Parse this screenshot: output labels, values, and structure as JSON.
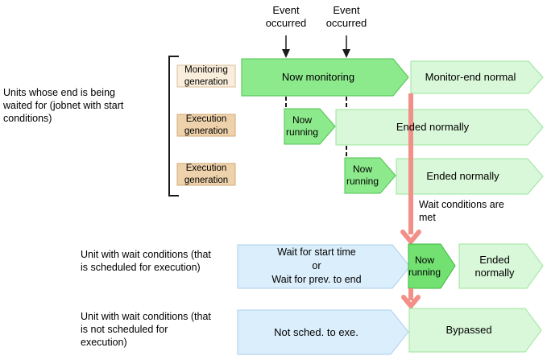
{
  "colors": {
    "green_fill": "#8cea8c",
    "green_border": "#4fc24f",
    "green_deep_fill": "#72e172",
    "green_deep_border": "#3db83d",
    "lightgreen_fill": "#d9f7d9",
    "lightgreen_border": "#9ce49c",
    "blue_fill": "#dbeefb",
    "blue_border": "#aacfee",
    "beige_fill": "#f9eedb",
    "beige_border": "#debf99",
    "tan_fill": "#eed2ab",
    "tan_border": "#d3a977",
    "red": "#f28f88",
    "black": "#1a1a1a"
  },
  "annotations": {
    "event_occurred_1": "Event\noccurred",
    "event_occurred_2": "Event\noccurred",
    "waited_units_label": "Units whose end is being\nwaited for (jobnet with start\nconditions)",
    "wait_conditions_note": "Wait conditions are\nmet"
  },
  "generation_badges": {
    "monitoring": "Monitoring\ngeneration",
    "execution_1": "Execution\ngeneration",
    "execution_2": "Execution\ngeneration"
  },
  "rows": {
    "monitoring": {
      "now_monitoring": "Now monitoring",
      "monitor_end": "Monitor-end normal"
    },
    "execution_1": {
      "now_running": "Now\nrunning",
      "ended": "Ended normally"
    },
    "execution_2": {
      "now_running": "Now\nrunning",
      "ended": "Ended normally"
    },
    "wait_scheduled": {
      "label": "Unit with wait conditions (that\nis scheduled for execution)",
      "wait_box": "Wait for start time\nor\nWait for prev. to end",
      "now_running": "Now\nrunning",
      "ended": "Ended\nnormally"
    },
    "wait_not_scheduled": {
      "label": "Unit with wait conditions (that\nis not scheduled for\nexecution)",
      "wait_box": "Not sched. to exe.",
      "bypassed": "Bypassed"
    }
  }
}
